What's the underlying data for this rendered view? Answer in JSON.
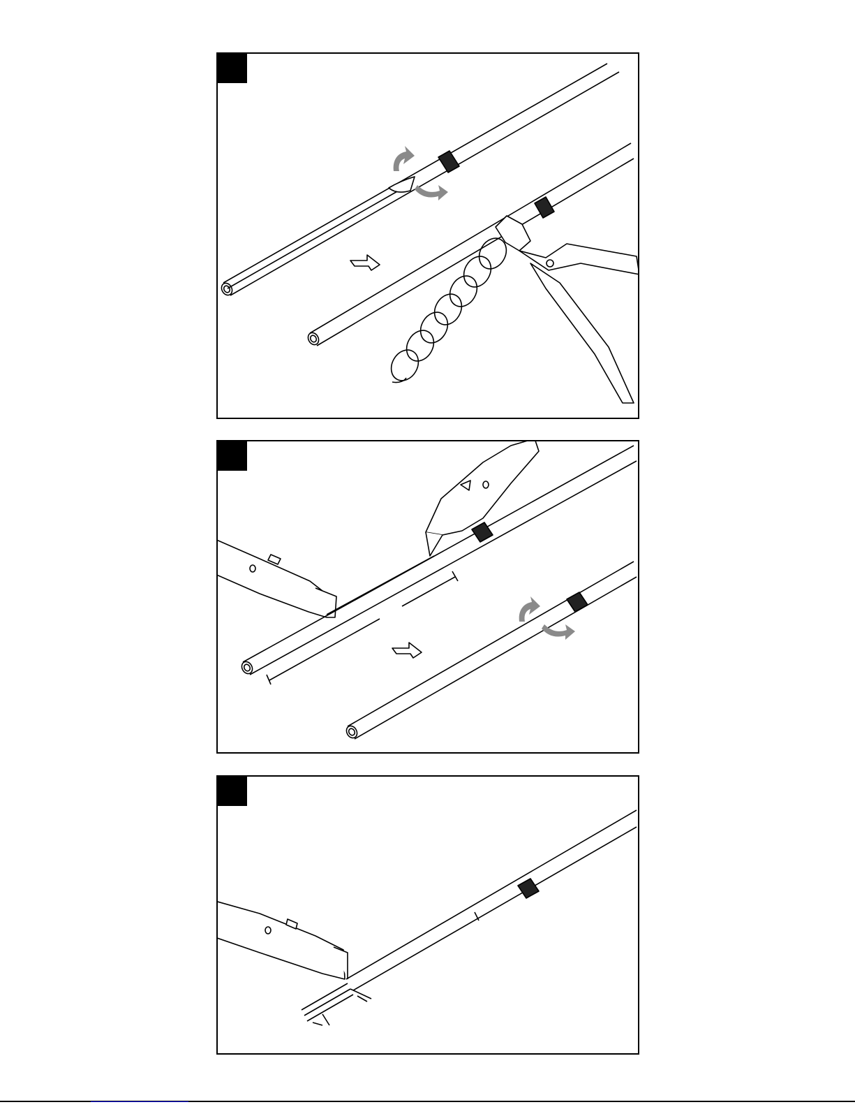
{
  "document": {
    "kind": "installation-instructions-page",
    "steps": [
      {
        "id": "step-1",
        "label": ""
      },
      {
        "id": "step-2",
        "label": ""
      },
      {
        "id": "step-3",
        "label": ""
      }
    ]
  },
  "colors": {
    "ink": "#000000",
    "arrow_gray": "#8a8a8a",
    "paper": "#ffffff",
    "link": "#1a1aff"
  },
  "icons": [
    "step-number-badge",
    "cable",
    "braided-shield",
    "side-cutter-pliers",
    "cable-knife",
    "direction-arrow",
    "curved-arrow",
    "stripped-conductors"
  ]
}
